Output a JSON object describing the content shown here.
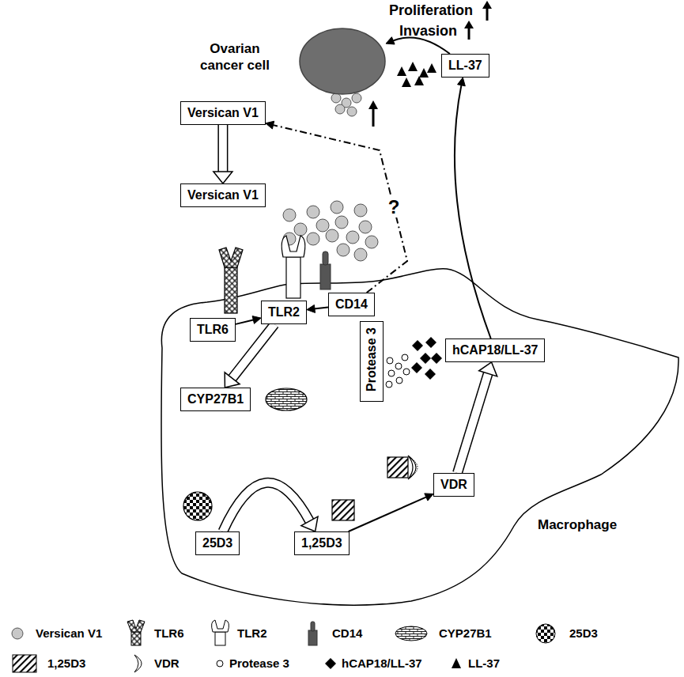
{
  "diagram": {
    "nodes": [
      {
        "text": [
          "Ovarian cancer cell"
        ]
      },
      {
        "text": [
          "LL-37"
        ]
      },
      {
        "text": [
          "Versican V1"
        ]
      },
      {
        "text": [
          "Versican V1"
        ]
      },
      {
        "text": [
          "TLR6"
        ]
      },
      {
        "text": [
          "TLR2"
        ]
      },
      {
        "text": [
          "CD14"
        ]
      },
      {
        "text": [
          "Protease 3"
        ]
      },
      {
        "text": [
          "hCAP18/LL-37"
        ]
      },
      {
        "text": [
          "CYP27B1"
        ]
      },
      {
        "text": [
          "25D3"
        ]
      },
      {
        "text": [
          "1,25D3"
        ]
      },
      {
        "text": [
          "VDR"
        ]
      }
    ],
    "edges": [
      {
        "from": 1,
        "to": 0,
        "arrow": "to"
      },
      {
        "from": 8,
        "to": 1,
        "arrow": "to"
      },
      {
        "from": 2,
        "to": 3,
        "arrow": "to"
      },
      {
        "from": 5,
        "to": 9,
        "arrow": "to"
      },
      {
        "from": 10,
        "to": 11,
        "arrow": "to"
      },
      {
        "from": 11,
        "to": 12,
        "arrow": "to"
      },
      {
        "from": 12,
        "to": 8,
        "arrow": "to"
      },
      {
        "from": 6,
        "to": 5,
        "arrow": "to"
      },
      {
        "from": 4,
        "to": 5,
        "arrow": "to"
      },
      {
        "from": 6,
        "to": 2,
        "label": "?",
        "arrow": "to"
      }
    ],
    "labels": [
      "Proliferation",
      "Invasion",
      "Macrophage"
    ],
    "legend": [
      {
        "text": "Versican V1"
      },
      {
        "text": "TLR6"
      },
      {
        "text": "TLR2"
      },
      {
        "text": "CD14"
      },
      {
        "text": "CYP27B1"
      },
      {
        "text": "25D3"
      },
      {
        "text": "1,25D3"
      },
      {
        "text": "VDR"
      },
      {
        "text": "Protease 3"
      },
      {
        "text": "hCAP18/LL-37"
      },
      {
        "text": "LL-37"
      }
    ]
  }
}
